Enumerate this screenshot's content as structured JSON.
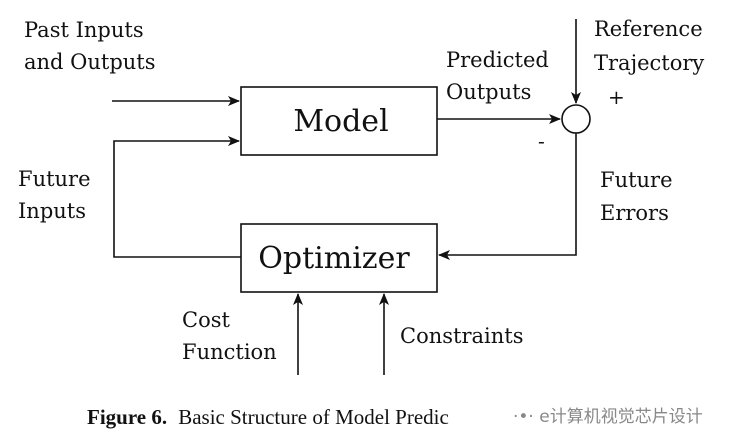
{
  "blocks": {
    "model": "Model",
    "optimizer": "Optimizer"
  },
  "labels": {
    "past_inputs_line1": "Past Inputs",
    "past_inputs_line2": "and Outputs",
    "predicted_line1": "Predicted",
    "predicted_line2": "Outputs",
    "reference_line1": "Reference",
    "reference_line2": "Trajectory",
    "plus": "+",
    "minus": "-",
    "future_inputs_line1": "Future",
    "future_inputs_line2": "Inputs",
    "future_errors_line1": "Future",
    "future_errors_line2": "Errors",
    "cost_line1": "Cost",
    "cost_line2": "Function",
    "constraints": "Constraints"
  },
  "caption": {
    "number": "Figure 6.",
    "text": "Basic Structure of Model Predic"
  },
  "watermark": "·•· e计算机视觉芯片设计",
  "colors": {
    "ink": "#111111",
    "watermark": "#888888",
    "background": "#ffffff"
  }
}
